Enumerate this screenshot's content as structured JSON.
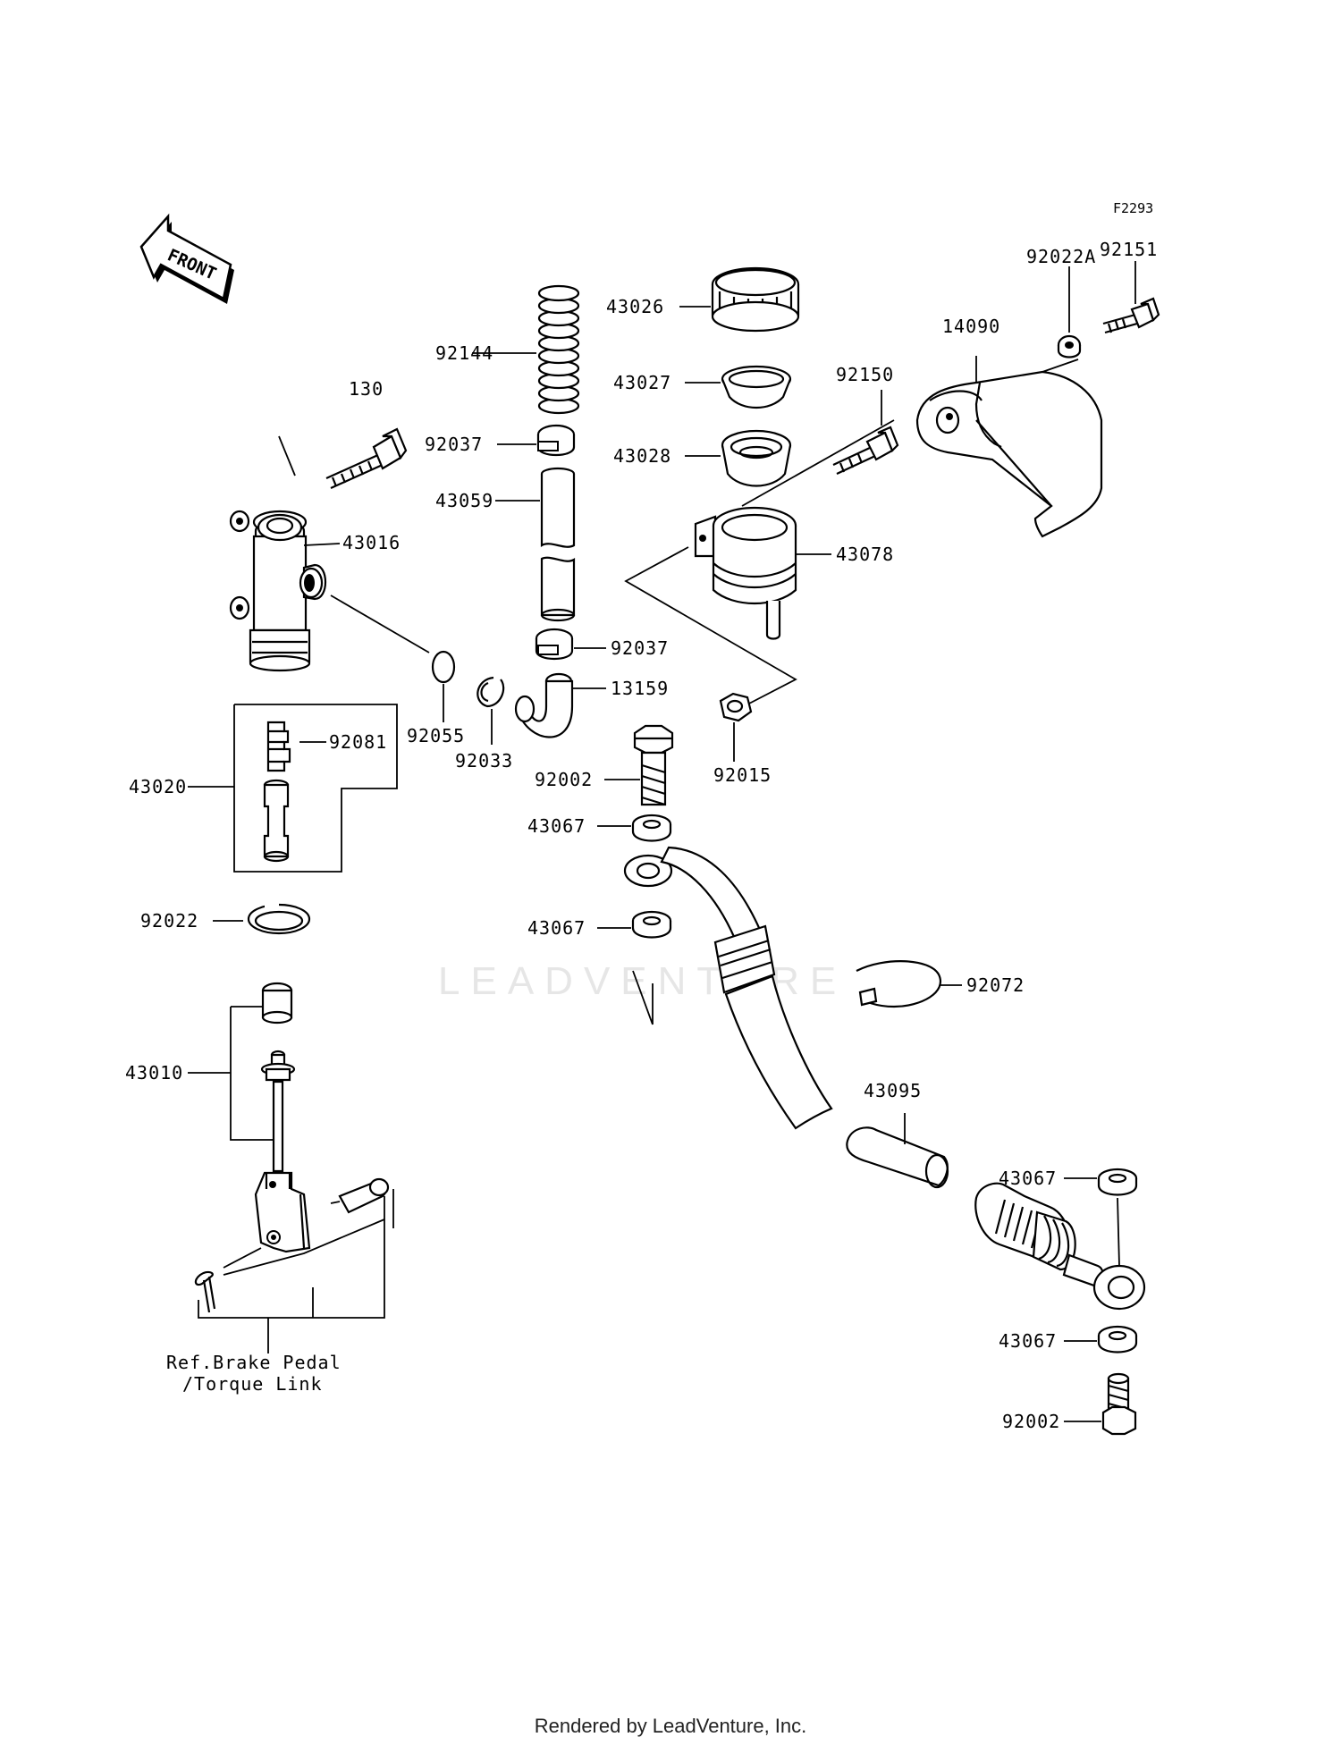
{
  "diagram_code": "F2293",
  "front_label": "FRONT",
  "watermark": "LEADVENTURE",
  "footer": "Rendered by LeadVenture, Inc.",
  "ref_note": [
    "Ref.Brake Pedal",
    "/Torque Link"
  ],
  "labels": {
    "p130": "130",
    "p43016": "43016",
    "p92055": "92055",
    "p92033": "92033",
    "p43020": "43020",
    "p92081": "92081",
    "p92022": "92022",
    "p43010": "43010",
    "p92144": "92144",
    "p92037a": "92037",
    "p43059": "43059",
    "p92037b": "92037",
    "p13159": "13159",
    "p43026": "43026",
    "p43027": "43027",
    "p43028": "43028",
    "p92150": "92150",
    "p43078": "43078",
    "p92015": "92015",
    "p92002a": "92002",
    "p43067a": "43067",
    "p43067b": "43067",
    "p92072": "92072",
    "p43095": "43095",
    "p43067c": "43067",
    "p43067d": "43067",
    "p92002b": "92002",
    "p14090": "14090",
    "p92022A": "92022A",
    "p92151": "92151"
  }
}
